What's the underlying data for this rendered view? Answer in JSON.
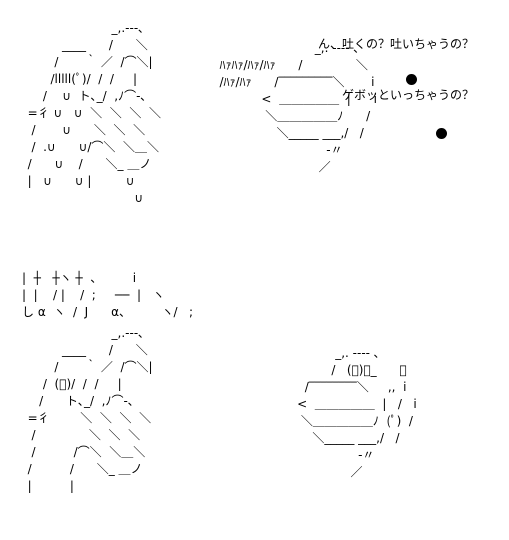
{
  "caption": {
    "line1": "ん、吐くの？吐いちゃうの？",
    "line2": "ゲボッといっちゃうの？"
  },
  "art": {
    "scene1_left": "                        _,.---､\n           ____      /      ＼\n         /       ｀ ／  /⌒＼|\n        /lllll(ﾟ)/  /  /     |\n      /    ∪  ト､_/  ,ﾉ⌒‐､\n  =彳 ∪   ∪  ＼  ＼  ＼  ＼\n   /       ∪      ＼  ＼  ＼\n   /  .∪      ∪/⌒＼  ＼＿＼\n  /      ∪    /      ＼_ ＿ノ\n  |   ∪      ∪ |         ∪\n                              ∪",
    "scene1_right": "                            _,. -‐‐‐ ､\n   ﾊｧﾊｧ/ﾊｧ/ﾊｧ      /              ＼\n   /ﾊｧ/ﾊｧ      /‾‾‾‾‾‾‾‾‾＼       i\n              <  ＿＿＿＿＿  |      i\n               ＼＿＿＿＿＿ﾉ      /\n                  ＼_____ ___,/   /\n                               ‐〃\n                             ／",
    "middle": "|  ┼   ┼ヽ ┼  、        i\n|  |    / |    /  ;     ──  |   ヽ\nし α  ヽ  /  J      α、        ヽ/   ;",
    "scene2_left": "                        _,.---､\n           ____      /      ＼\n         /       ｀ ／  /⌒＼|\n      /  (ﾟ)/  /  /     |\n     /      ト､_/  ,ﾉ⌒‐､\n  =彳        ＼  ＼  ＼  ＼\n   /              ＼  ＼  ＼\n   /          /⌒＼  ＼＿＼\n  /          /      ＼_ ＿ノ\n  |          |",
    "scene2_right": "               _,. -‐‐‐ ､\n              /   (ﾟ)､_      ＼\n       /‾‾‾‾‾‾‾‾＼     ,,  i\n     <  ＿＿＿＿＿  |   /   i\n      ＼＿＿＿＿＿ﾉ  (ﾟ)  /\n         ＼_____ ___,/   /\n                     ‐〃\n                   ／"
  },
  "colors": {
    "background": "#ffffff",
    "ink": "#000000"
  }
}
